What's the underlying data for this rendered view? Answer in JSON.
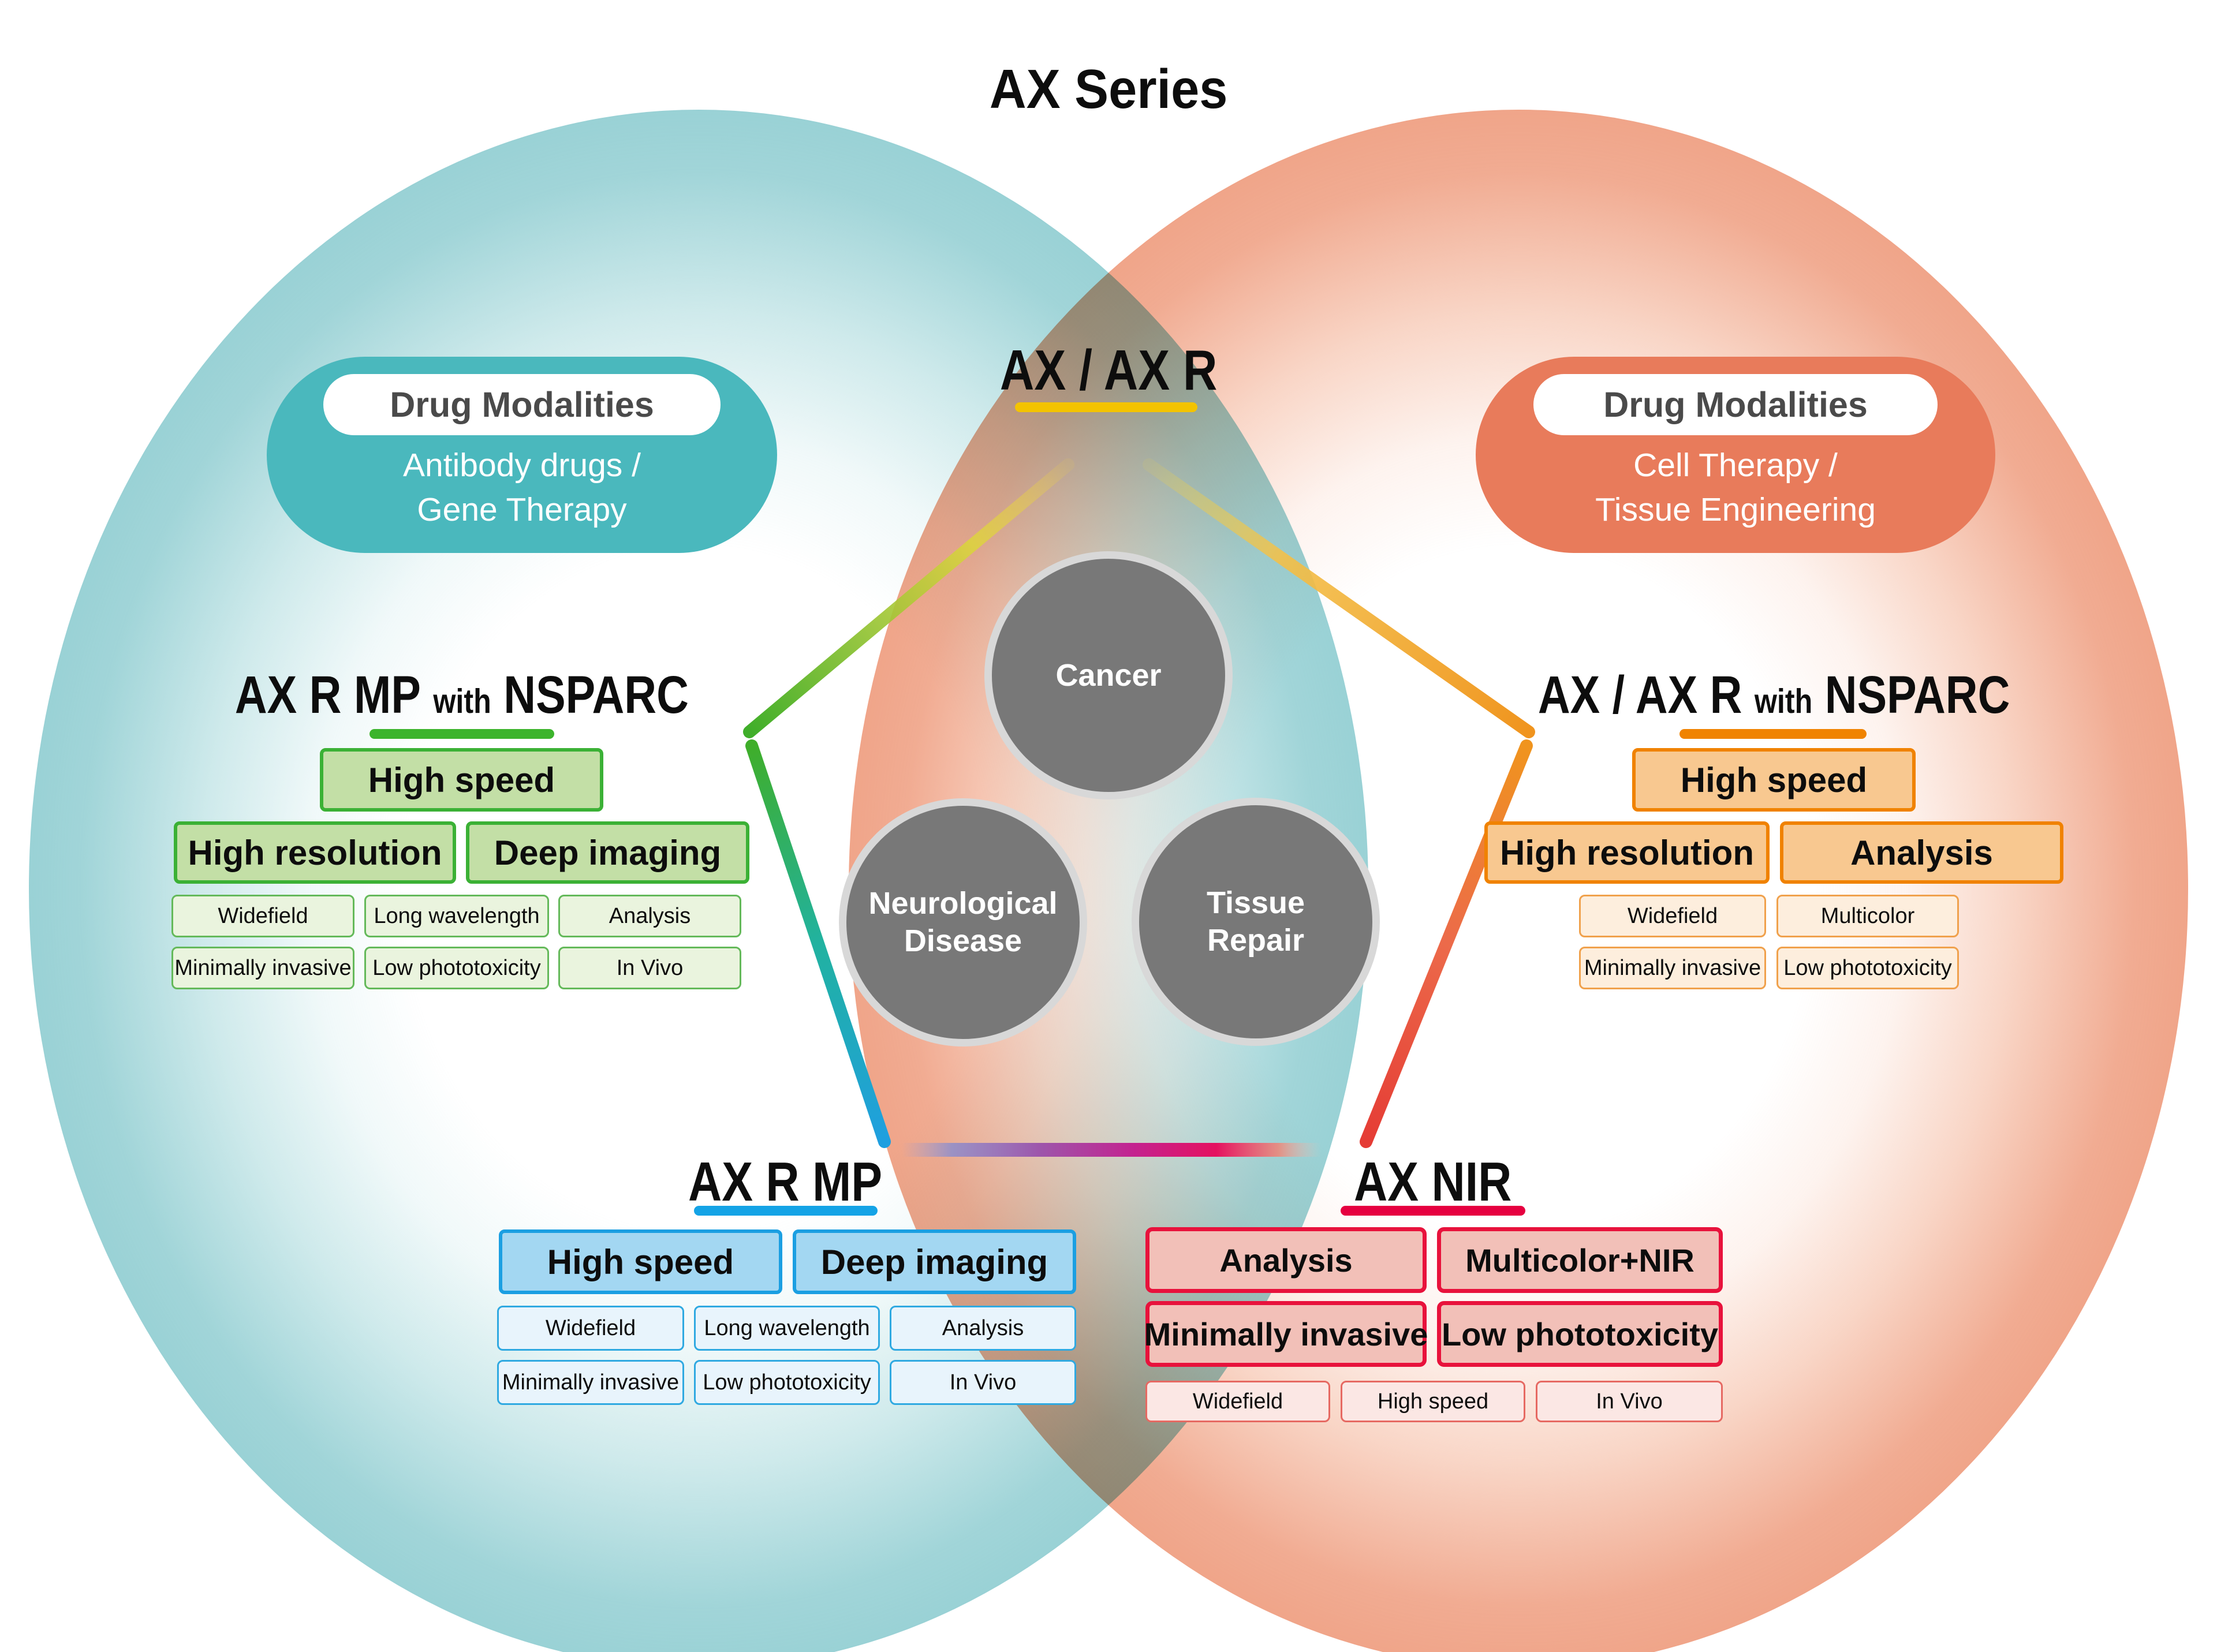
{
  "title": "AX Series",
  "bubbles": {
    "left": {
      "title": "Drug Modalities",
      "line1": "Antibody drugs /",
      "line2": "Gene Therapy"
    },
    "right": {
      "title": "Drug Modalities",
      "line1": "Cell Therapy /",
      "line2": "Tissue Engineering"
    }
  },
  "circles": {
    "cancer": "Cancer",
    "neuro_line1": "Neurological",
    "neuro_line2": "Disease",
    "tissue_line1": "Tissue",
    "tissue_line2": "Repair"
  },
  "products": {
    "top": {
      "title": "AX / AX R"
    },
    "left": {
      "title_main": "AX R MP",
      "title_with": "with",
      "title_sub": "NSPARC",
      "major": [
        "High speed",
        "High resolution",
        "Deep imaging"
      ],
      "minor": [
        "Widefield",
        "Long wavelength",
        "Analysis",
        "Minimally invasive",
        "Low phototoxicity",
        "In Vivo"
      ]
    },
    "right": {
      "title_main": "AX / AX R",
      "title_with": "with",
      "title_sub": "NSPARC",
      "major": [
        "High speed",
        "High resolution",
        "Analysis"
      ],
      "minor": [
        "Widefield",
        "Multicolor",
        "Minimally invasive",
        "Low phototoxicity"
      ]
    },
    "bottom_left": {
      "title": "AX R MP",
      "major": [
        "High speed",
        "Deep imaging"
      ],
      "minor": [
        "Widefield",
        "Long wavelength",
        "Analysis",
        "Minimally invasive",
        "Low phototoxicity",
        "In Vivo"
      ]
    },
    "bottom_right": {
      "title": "AX NIR",
      "major": [
        "Analysis",
        "Multicolor+NIR",
        "Minimally invasive",
        "Low phototoxicity"
      ],
      "minor": [
        "Widefield",
        "High speed",
        "In Vivo"
      ]
    }
  },
  "colors": {
    "teal_bubble": "#4ab8bd",
    "orange_bubble": "#e87b5b",
    "bubble_title_text": "#4a4a4a",
    "yellow_underline": "#f3c300",
    "green_underline": "#3cb42c",
    "orange_underline": "#f08300",
    "blue_underline": "#14a3e6",
    "red_underline": "#e60040",
    "green_box_fill": "#c3dfa6",
    "green_box_border": "#3bb135",
    "green_minor_fill": "#eaf4de",
    "green_minor_border": "#64b95a",
    "orange_box_fill": "#f8c890",
    "orange_box_border": "#f08200",
    "orange_minor_fill": "#fdeedd",
    "orange_minor_border": "#f0a14c",
    "blue_box_fill": "#a3d7f2",
    "blue_box_border": "#1b9fe2",
    "blue_minor_fill": "#e8f4fc",
    "blue_minor_border": "#2fa9e1",
    "pink_box_fill": "#f2c0b8",
    "pink_box_border": "#e8123c",
    "pink_minor_fill": "#fbe7e4",
    "pink_minor_border": "#e66962",
    "circle_fill": "#787878",
    "circle_ring": "#d8d8d8",
    "venn_teal_rim": "#96d0d3",
    "venn_orange_rim": "#efa083"
  }
}
